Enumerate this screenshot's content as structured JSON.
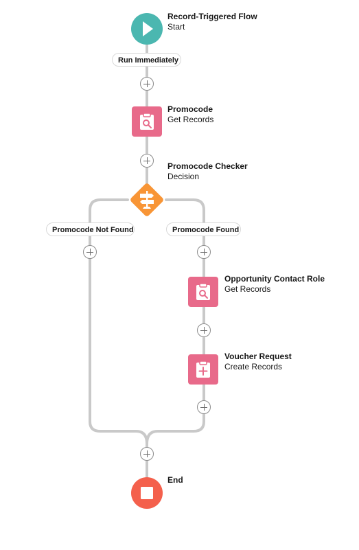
{
  "colors": {
    "start": "#4bb7b0",
    "end": "#f4604c",
    "element": "#e86a8a",
    "decision": "#f89536",
    "connector": "#c9c9c9"
  },
  "start": {
    "title": "Record-Triggered Flow",
    "subtitle": "Start",
    "icon": "play-icon"
  },
  "run_label": "Run Immediately",
  "get_promocode": {
    "title": "Promocode",
    "subtitle": "Get Records",
    "icon": "clipboard-search-icon"
  },
  "decision": {
    "title": "Promocode Checker",
    "subtitle": "Decision",
    "icon": "signpost-icon"
  },
  "branches": {
    "left_label": "Promocode Not Found",
    "right_label": "Promocode Found"
  },
  "get_contact_role": {
    "title": "Opportunity Contact Role",
    "subtitle": "Get Records",
    "icon": "clipboard-search-icon"
  },
  "create_voucher": {
    "title": "Voucher Request",
    "subtitle": "Create Records",
    "icon": "clipboard-plus-icon"
  },
  "end": {
    "title": "End",
    "icon": "stop-icon"
  }
}
